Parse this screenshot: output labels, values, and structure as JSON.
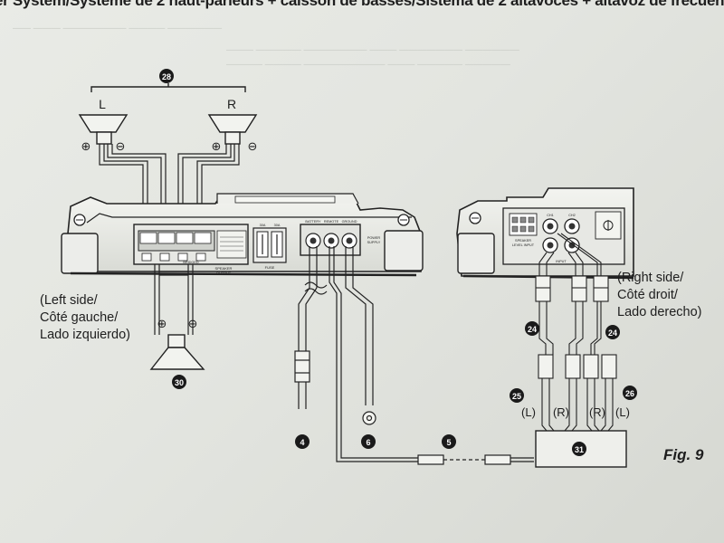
{
  "header": {
    "title": "er System/Système de 2 haut-parleurs + caisson de basses/Sistema de 2 altavoces + altavoz de frecuen"
  },
  "left_side_label": [
    "(Left side/",
    "Côté gauche/",
    "Lado izquierdo)"
  ],
  "right_side_label": [
    "(Right side/",
    "Côté droit/",
    "Lado derecho)"
  ],
  "speaker_labels": {
    "left": "L",
    "right": "R"
  },
  "polarity": {
    "plus": "⊕",
    "minus": "⊖"
  },
  "amp_left": {
    "terminals": [
      "BATTERY",
      "REMOTE",
      "GROUND"
    ],
    "power_supply": [
      "POWER",
      "SUPPLY"
    ],
    "fuses": [
      "30A",
      "30A"
    ],
    "fuse_label": "FUSE",
    "speaker_output": [
      "SPEAKER",
      "OUTPUT"
    ],
    "bridged": "BRIDGED"
  },
  "amp_right": {
    "speaker_level_input": [
      "SPEAKER",
      "LEVEL INPUT"
    ],
    "input_label": "INPUT",
    "ch_labels": [
      "CH1",
      "CH2"
    ]
  },
  "callouts": {
    "c28": "28",
    "c30": "30",
    "c4": "4",
    "c6": "6",
    "c5": "5",
    "c24a": "24",
    "c24b": "24",
    "c25": "25",
    "c26": "26",
    "c31": "31"
  },
  "rca_labels": [
    "(L)",
    "(R)",
    "(R)",
    "(L)"
  ],
  "figure_label": "Fig. 9"
}
